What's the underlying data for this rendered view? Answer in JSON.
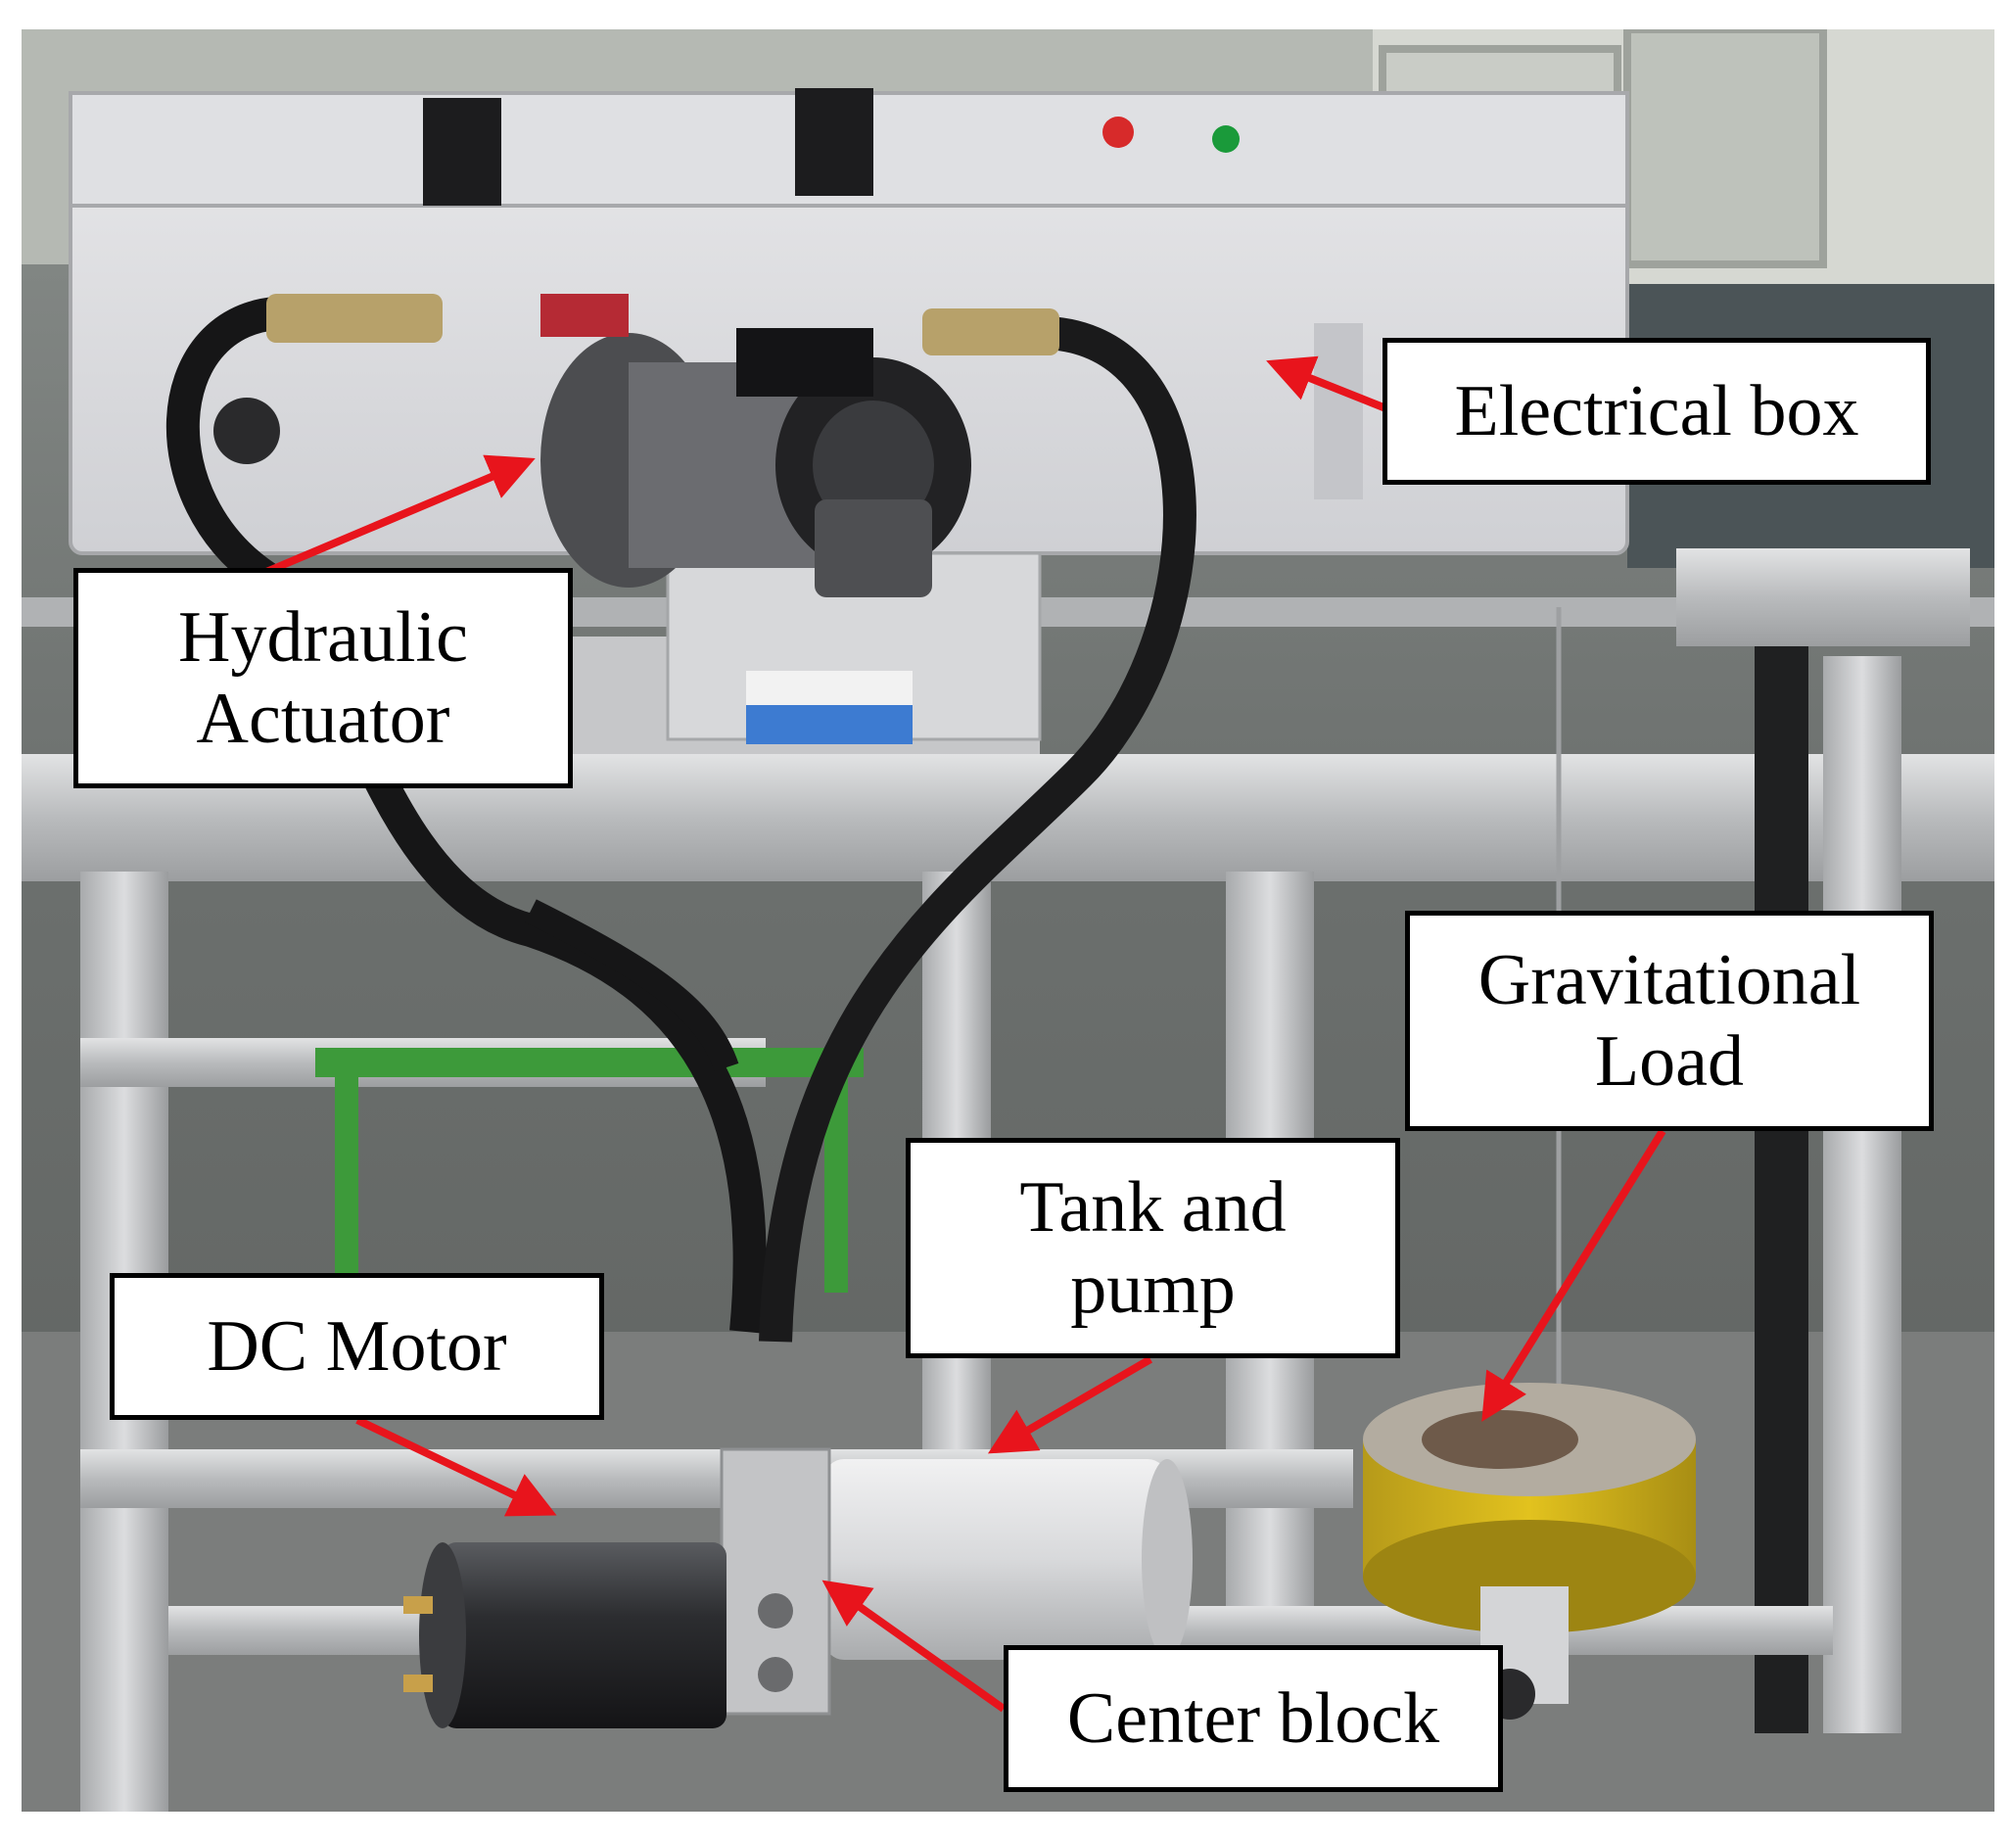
{
  "labels": {
    "electrical_box": "Electrical box",
    "hydraulic_actuator_line1": "Hydraulic",
    "hydraulic_actuator_line2": "Actuator",
    "gravitational_load_line1": "Gravitational",
    "gravitational_load_line2": "Load",
    "tank_pump_line1": "Tank and",
    "tank_pump_line2": "pump",
    "dc_motor": "DC Motor",
    "center_block": "Center block"
  },
  "colors": {
    "arrow": "#e8141c",
    "label_border": "#000000",
    "label_fill": "#ffffff"
  },
  "icons": [
    "arrow-icon"
  ]
}
